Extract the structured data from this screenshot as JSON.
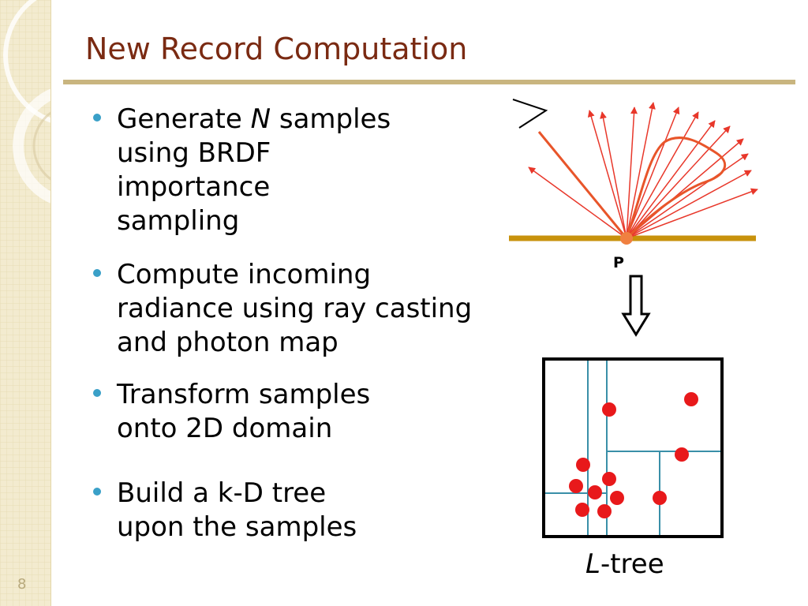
{
  "slide": {
    "title": "New Record Computation",
    "number": "8"
  },
  "bullets": [
    {
      "lines": [
        "Generate ",
        "N",
        " samples",
        "using BRDF",
        "importance",
        "sampling"
      ]
    },
    {
      "lines": [
        "Compute incoming",
        "radiance using ray casting",
        "and photon map"
      ]
    },
    {
      "lines": [
        "Transform samples",
        "onto 2D domain"
      ]
    },
    {
      "lines": [
        "Build a k-D tree",
        "upon the samples"
      ]
    }
  ],
  "figure": {
    "point_label": "P",
    "caption_italic": "L",
    "caption_rest": "-tree",
    "colors": {
      "surface": "#c8920c",
      "ray": "#e8372a",
      "lobe": "#e8552a",
      "point": "#f08040",
      "tree_split": "#3a8fa8",
      "sample": "#e8191b",
      "bullet": "#3aa0c8",
      "title": "#7a2a12"
    },
    "icons": [
      "eye-icon",
      "down-arrow-icon"
    ]
  }
}
